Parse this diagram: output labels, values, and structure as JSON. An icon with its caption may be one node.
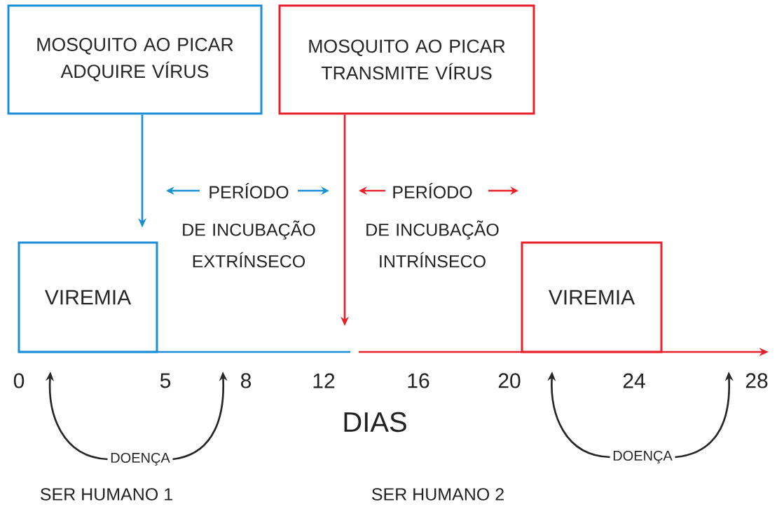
{
  "diagram": {
    "nodes": [
      {
        "text": [
          "MOSQUITO AO PICAR ADQUIRE VÍRUS"
        ]
      },
      {
        "text": [
          "MOSQUITO AO PICAR TRANSMITE VÍRUS"
        ]
      },
      {
        "text": [
          "VIREMIA"
        ]
      },
      {
        "text": [
          "VIREMIA"
        ]
      },
      {
        "text": [
          "DOENÇA"
        ]
      },
      {
        "text": [
          "DOENÇA"
        ]
      }
    ],
    "edges": [
      {
        "from": 0,
        "to": 2,
        "arrow": "to",
        "color": "#1a8fd6"
      },
      {
        "from": 1,
        "to": null,
        "arrow": "to",
        "color": "#e8202a"
      },
      {
        "from": 4,
        "to": null,
        "arrow": "to"
      },
      {
        "from": 4,
        "to": null,
        "arrow": "to"
      },
      {
        "from": 5,
        "to": null,
        "arrow": "to"
      },
      {
        "from": 5,
        "to": null,
        "arrow": "to"
      }
    ],
    "labels": [
      "PERÍODO",
      "DE INCUBAÇÃO EXTRÍNSECO",
      "PERÍODO",
      "DE INCUBAÇÃO INTRÍNSECO",
      "0",
      "5",
      "8",
      "12",
      "16",
      "20",
      "24",
      "28",
      "DIAS",
      "SER HUMANO 1",
      "SER HUMANO 2"
    ]
  }
}
